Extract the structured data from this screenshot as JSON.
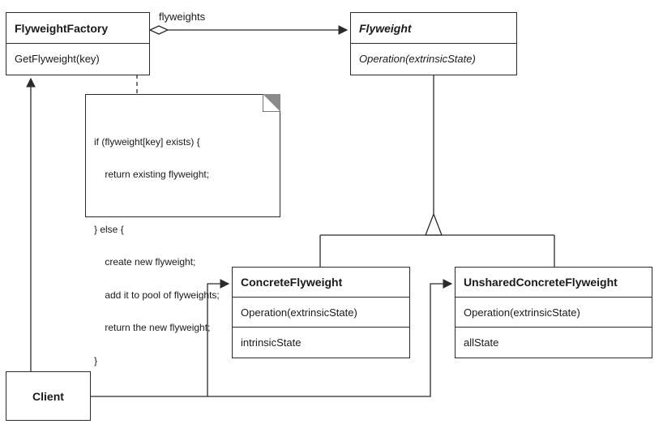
{
  "classes": {
    "flyweight_factory": {
      "name": "FlyweightFactory",
      "operation": "GetFlyweight(key)"
    },
    "flyweight": {
      "name": "Flyweight",
      "operation": "Operation(extrinsicState)"
    },
    "concrete_flyweight": {
      "name": "ConcreteFlyweight",
      "operation": "Operation(extrinsicState)",
      "attribute": "intrinsicState"
    },
    "unshared_concrete_flyweight": {
      "name": "UnsharedConcreteFlyweight",
      "operation": "Operation(extrinsicState)",
      "attribute": "allState"
    },
    "client": {
      "name": "Client"
    }
  },
  "association_label": "flyweights",
  "note": {
    "lines": [
      "if (flyweight[key] exists) {",
      "    return existing flyweight;",
      "",
      "} else {",
      "    create new flyweight;",
      "    add it to pool of flyweights;",
      "    return the new flyweight;",
      "}"
    ]
  },
  "colors": {
    "line": "#2b2b2b",
    "fold": "#8a8a8a",
    "background": "#ffffff"
  }
}
